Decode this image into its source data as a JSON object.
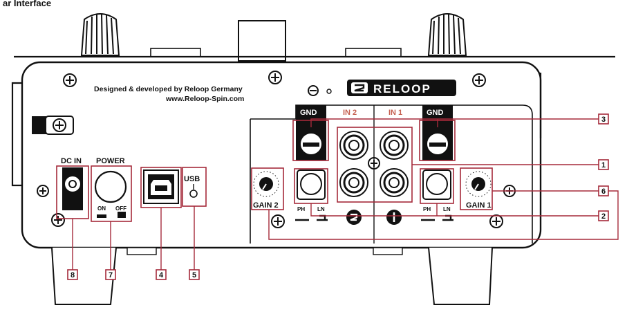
{
  "header": {
    "partial_title": "ar Interface"
  },
  "brand": {
    "designed_by": "Designed & developed by Reloop Germany",
    "website": "www.Reloop-Spin.com",
    "logo_text": "RELOOP"
  },
  "labels": {
    "gnd_left": "GND",
    "in2": "IN 2",
    "in1": "IN 1",
    "gnd_right": "GND",
    "dc_in": "DC IN",
    "power": "POWER",
    "on": "ON",
    "off": "OFF",
    "usb": "USB",
    "gain2": "GAIN 2",
    "gain1": "GAIN 1",
    "ph_left": "PH",
    "ln_left": "LN",
    "ph_right": "PH",
    "ln_right": "LN"
  },
  "callouts": [
    "3",
    "1",
    "6",
    "2",
    "8",
    "7",
    "4",
    "5"
  ],
  "colors": {
    "callout": "#a52a3a",
    "ink": "#111111",
    "panel": "#ffffff"
  }
}
